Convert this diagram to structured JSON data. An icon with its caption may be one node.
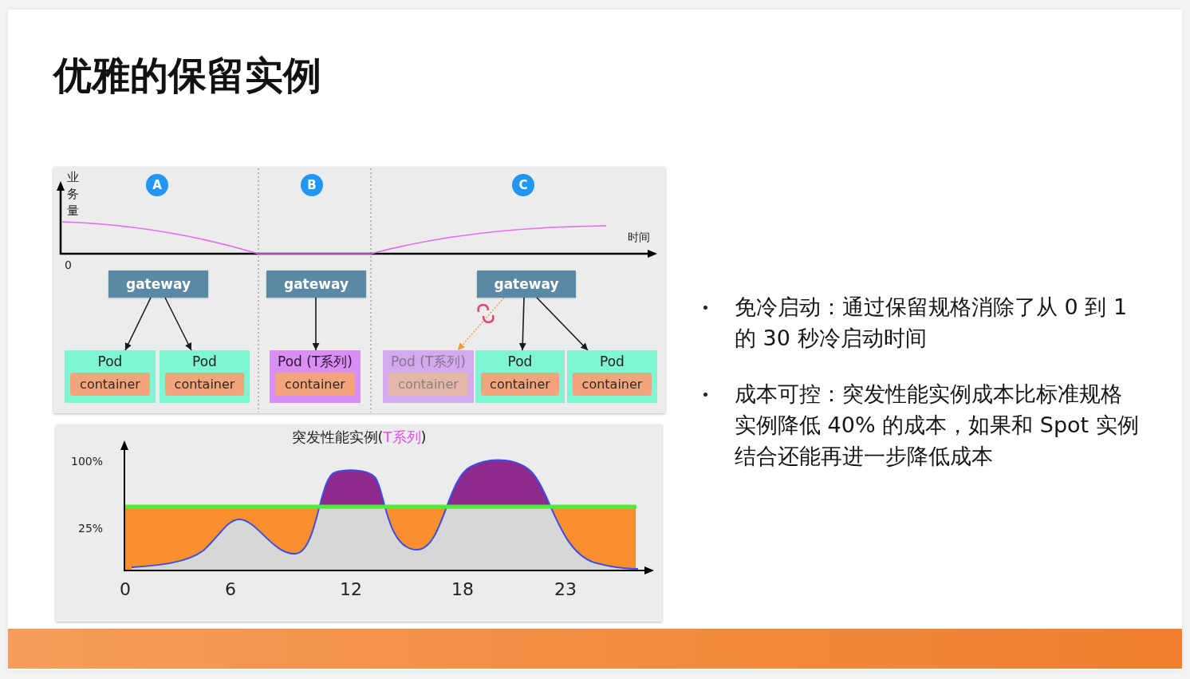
{
  "diagram": {
    "title": "优雅的保留实例",
    "nodes": [
      {
        "text": [
          "A"
        ]
      },
      {
        "text": [
          "B"
        ]
      },
      {
        "text": [
          "C"
        ]
      },
      {
        "text": [
          "gateway"
        ]
      },
      {
        "text": [
          "Pod"
        ]
      },
      {
        "text": [
          "container"
        ],
        "in": 4
      },
      {
        "text": [
          "Pod"
        ]
      },
      {
        "text": [
          "container"
        ],
        "in": 6
      },
      {
        "text": [
          "gateway"
        ]
      },
      {
        "text": [
          "Pod (T系列)"
        ]
      },
      {
        "text": [
          "container"
        ],
        "in": 9
      },
      {
        "text": [
          "gateway"
        ]
      },
      {
        "text": [
          "Pod (T系列)"
        ]
      },
      {
        "text": [
          "container"
        ],
        "in": 12
      },
      {
        "text": [
          "Pod"
        ]
      },
      {
        "text": [
          "container"
        ],
        "in": 14
      },
      {
        "text": [
          "Pod"
        ]
      },
      {
        "text": [
          "container"
        ],
        "in": 16
      }
    ],
    "edges": [
      {
        "from": 3,
        "to": 4,
        "arrow": "to"
      },
      {
        "from": 3,
        "to": 6,
        "arrow": "to"
      },
      {
        "from": 8,
        "to": 9,
        "arrow": "to"
      },
      {
        "from": 11,
        "to": 12,
        "arrow": "to",
        "style": "dashed",
        "color": "#f29a3a"
      },
      {
        "from": 11,
        "to": 14,
        "arrow": "to"
      },
      {
        "from": 11,
        "to": 16,
        "arrow": "to"
      }
    ],
    "labels": [
      "业务量",
      "时间",
      "0",
      "突发性能实例(T系列)",
      "100%",
      "25%",
      "0",
      "6",
      "12",
      "18",
      "23",
      "免冷启动：通过保留规格消除了从 0 到 1 的 30 秒冷启动时间",
      "成本可控：突发性能实例成本比标准规格实例降低 40% 的成本，如果和 Spot 实例结合还能再进一步降低成本"
    ]
  }
}
